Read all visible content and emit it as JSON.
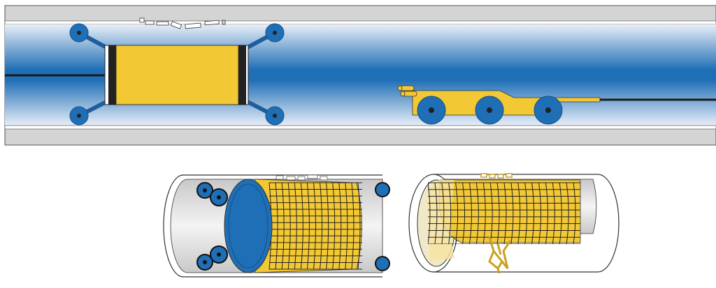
{
  "colors": {
    "pipe_wall": "#d4d4d4",
    "pipe_bore_dark": "#1f6fb6",
    "pipe_bore_light": "#e6ecf6",
    "liner_yellow": "#f2c834",
    "packer_blue": "#1f6fb6",
    "outline": "#222222"
  },
  "figures": [
    {
      "name": "pipe-section-with-packer-and-robot"
    },
    {
      "name": "packer-with-liner-3d"
    },
    {
      "name": "installed-liner-3d"
    }
  ]
}
